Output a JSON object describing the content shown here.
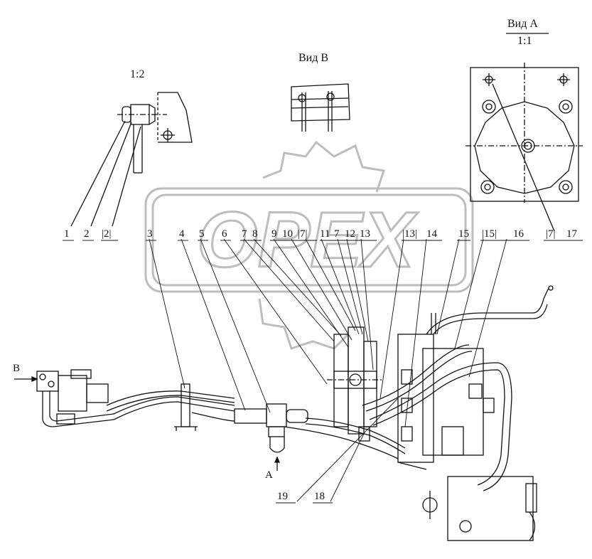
{
  "diagram": {
    "view_a": {
      "title": "Вид А",
      "scale": "1:1"
    },
    "view_b": {
      "title": "Вид В"
    },
    "detail_scale": "1:2",
    "arrow_a": "А",
    "arrow_b": "В",
    "watermark": "OPEX",
    "callouts": [
      "1",
      "2",
      "|2|",
      "3",
      "4",
      "5",
      "6",
      "7",
      "8",
      "9",
      "10",
      "|7|",
      "11",
      "7",
      "12",
      "13",
      "|13|",
      "14",
      "15",
      "|15|",
      "16",
      "|7|",
      "17",
      "19",
      "18"
    ],
    "colors": {
      "ink": "#111111",
      "watermark": "#bdbdbd"
    }
  }
}
